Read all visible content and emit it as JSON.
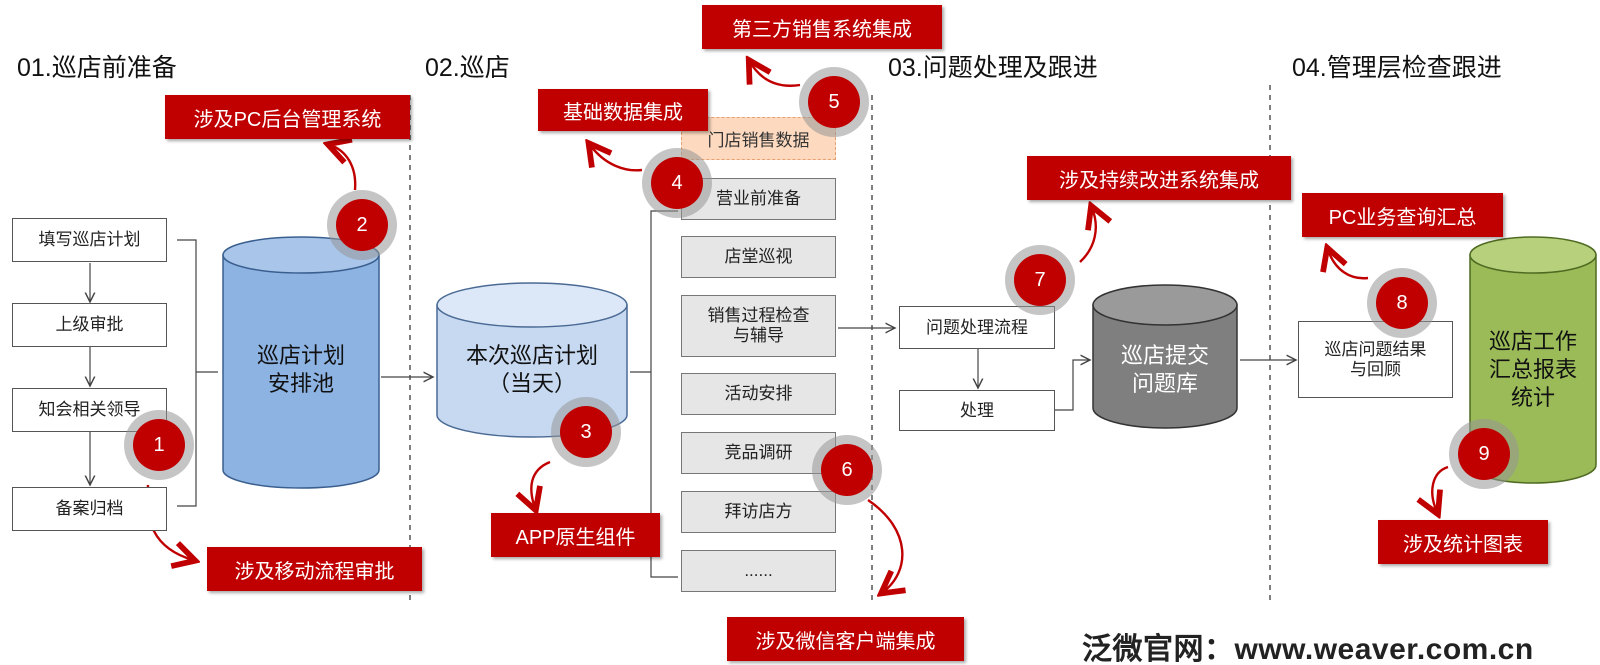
{
  "phases": [
    "01.巡店前准备",
    "02.巡店",
    "03.问题处理及跟进",
    "04.管理层检查跟进"
  ],
  "prep_steps": [
    "填写巡店计划",
    "上级审批",
    "知会相关领导",
    "备案归档"
  ],
  "cylinders": {
    "plan_pool": "巡店计划\n安排池",
    "today_plan": "本次巡店计划\n（当天）",
    "issue_db": "巡店提交\n问题库",
    "report": "巡店工作\n汇总报表\n统计"
  },
  "store_sales": "门店销售数据",
  "patrol_items": [
    "营业前准备",
    "店堂巡视",
    "销售过程检查\n与辅导",
    "活动安排",
    "竞品调研",
    "拜访店方",
    "......"
  ],
  "issue_boxes": {
    "flow": "问题处理流程",
    "handle": "处理"
  },
  "review_box": "巡店问题结果\n与回顾",
  "labels": {
    "mobile_approval": "涉及移动流程审批",
    "pc_backend": "涉及PC后台管理系统",
    "app_native": "APP原生组件",
    "base_data": "基础数据集成",
    "third_party": "第三方销售系统集成",
    "wechat": "涉及微信客户端集成",
    "continuous_improve": "涉及持续改进系统集成",
    "pc_query": "PC业务查询汇总",
    "stat_charts": "涉及统计图表"
  },
  "badges": [
    "1",
    "2",
    "3",
    "4",
    "5",
    "6",
    "7",
    "8",
    "9"
  ],
  "watermark": "泛微官网：www.weaver.com.cn",
  "colors": {
    "red": "#c00000",
    "blue_cyl": "#8db3e2",
    "light_blue_cyl": "#c6d9f1",
    "gray_cyl": "#7f7f7f",
    "green_cyl": "#9bbb59"
  }
}
